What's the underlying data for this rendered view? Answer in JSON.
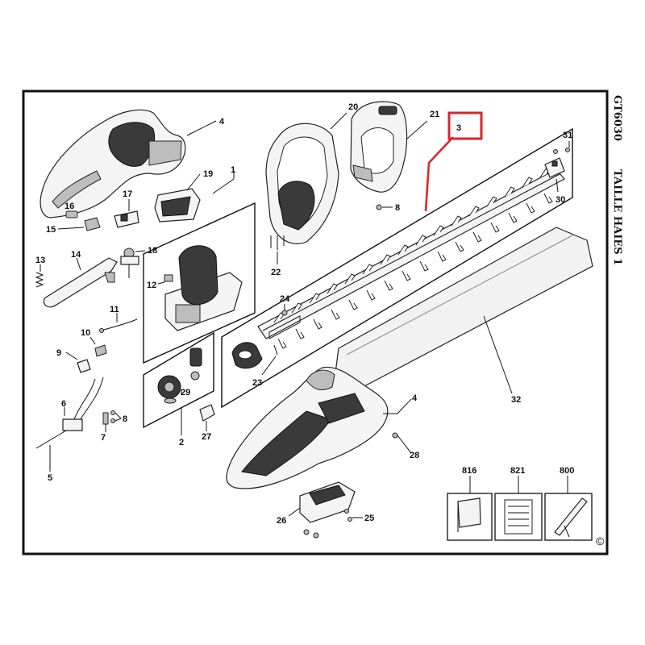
{
  "diagram": {
    "side_title": "GT6030",
    "side_subtitle": "TAILLE HAIES 1",
    "copyright_symbol": "©",
    "highlight_color": "#d9262c",
    "part_numbers": {
      "p1": "1",
      "p2": "2",
      "p3": "3",
      "p4a": "4",
      "p4b": "4",
      "p5": "5",
      "p6": "6",
      "p7": "7",
      "p8a": "8",
      "p8b": "8",
      "p9": "9",
      "p10": "10",
      "p11": "11",
      "p12": "12",
      "p13": "13",
      "p14": "14",
      "p15": "15",
      "p16": "16",
      "p17": "17",
      "p18": "18",
      "p19": "19",
      "p20": "20",
      "p21": "21",
      "p22": "22",
      "p23": "23",
      "p24": "24",
      "p25": "25",
      "p26": "26",
      "p27": "27",
      "p28": "28",
      "p29": "29",
      "p30": "30",
      "p31": "31",
      "p32": "32",
      "p816": "816",
      "p821": "821",
      "p800": "800"
    },
    "highlighted_part": "3"
  }
}
